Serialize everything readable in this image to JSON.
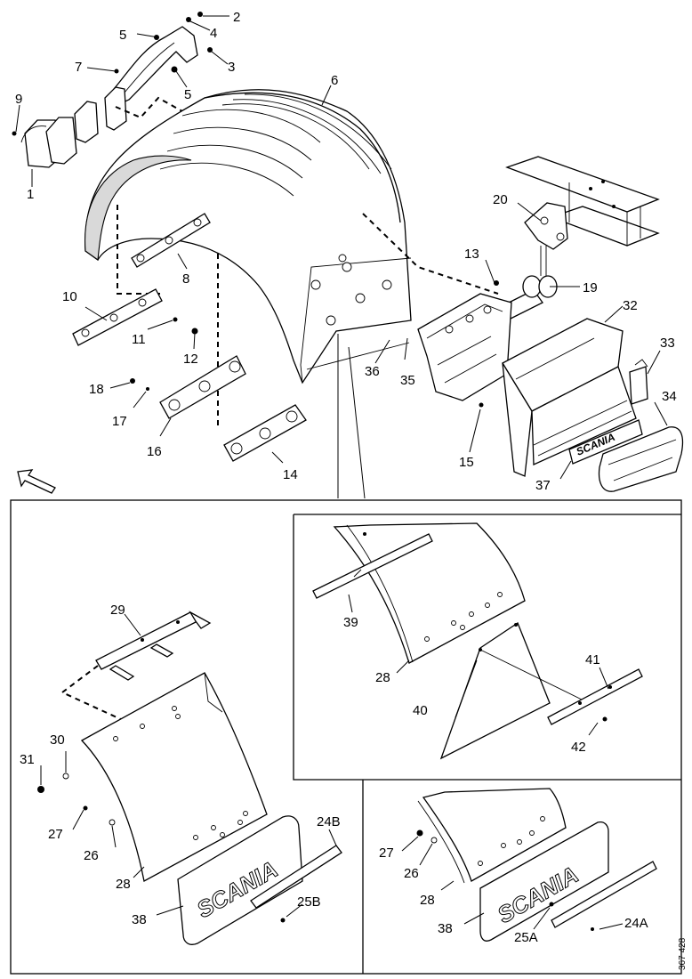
{
  "callouts": [
    {
      "id": "c2",
      "text": "2"
    },
    {
      "id": "c4",
      "text": "4"
    },
    {
      "id": "c5a",
      "text": "5"
    },
    {
      "id": "c3",
      "text": "3"
    },
    {
      "id": "c7",
      "text": "7"
    },
    {
      "id": "c5b",
      "text": "5"
    },
    {
      "id": "c6",
      "text": "6"
    },
    {
      "id": "c9",
      "text": "9"
    },
    {
      "id": "c1",
      "text": "1"
    },
    {
      "id": "c20",
      "text": "20"
    },
    {
      "id": "c8",
      "text": "8"
    },
    {
      "id": "c13",
      "text": "13"
    },
    {
      "id": "c19",
      "text": "19"
    },
    {
      "id": "c10",
      "text": "10"
    },
    {
      "id": "c32",
      "text": "32"
    },
    {
      "id": "c11",
      "text": "11"
    },
    {
      "id": "c33",
      "text": "33"
    },
    {
      "id": "c12",
      "text": "12"
    },
    {
      "id": "c36",
      "text": "36"
    },
    {
      "id": "c35",
      "text": "35"
    },
    {
      "id": "c18",
      "text": "18"
    },
    {
      "id": "c34",
      "text": "34"
    },
    {
      "id": "c17",
      "text": "17"
    },
    {
      "id": "c16",
      "text": "16"
    },
    {
      "id": "c15",
      "text": "15"
    },
    {
      "id": "c14",
      "text": "14"
    },
    {
      "id": "c37",
      "text": "37"
    },
    {
      "id": "c29",
      "text": "29"
    },
    {
      "id": "c30",
      "text": "30"
    },
    {
      "id": "c31",
      "text": "31"
    },
    {
      "id": "c27a",
      "text": "27"
    },
    {
      "id": "c26a",
      "text": "26"
    },
    {
      "id": "c28a",
      "text": "28"
    },
    {
      "id": "c38a",
      "text": "38"
    },
    {
      "id": "c24b",
      "text": "24B"
    },
    {
      "id": "c25b",
      "text": "25B"
    },
    {
      "id": "c39",
      "text": "39"
    },
    {
      "id": "c28b",
      "text": "28"
    },
    {
      "id": "c40",
      "text": "40"
    },
    {
      "id": "c41",
      "text": "41"
    },
    {
      "id": "c42",
      "text": "42"
    },
    {
      "id": "c27b",
      "text": "27"
    },
    {
      "id": "c26b",
      "text": "26"
    },
    {
      "id": "c28c",
      "text": "28"
    },
    {
      "id": "c38b",
      "text": "38"
    },
    {
      "id": "c25a",
      "text": "25A"
    },
    {
      "id": "c24a",
      "text": "24A"
    }
  ],
  "brand_text": "SCANIA",
  "figure_id": "367 428"
}
